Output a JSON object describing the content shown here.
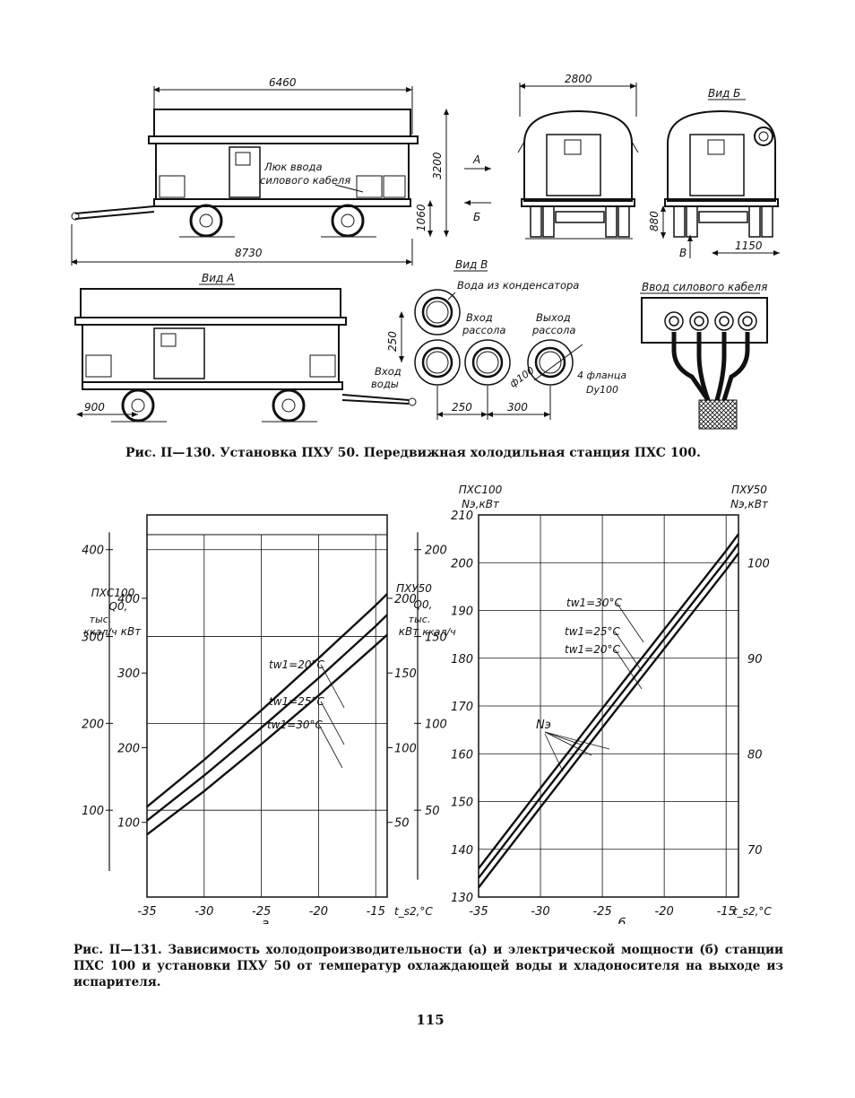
{
  "figure_130": {
    "caption": "Рис. II—130. Установка ПХУ 50. Передвижная холодильная станция ПХС 100.",
    "side_view": {
      "dim_length": "6460",
      "dim_total": "8730",
      "dim_height": "3200",
      "dim_lower": "1060",
      "hatch_label_1": "Люк ввода",
      "hatch_label_2": "силового кабеля",
      "arrow_a": "А",
      "arrow_b": "Б"
    },
    "front_view": {
      "dim_width": "2800",
      "dim_height": "880"
    },
    "view_b": {
      "title": "Вид Б",
      "arrow_v": "В",
      "dim": "1150"
    },
    "view_a": {
      "title": "Вид А",
      "dim": "900"
    },
    "view_v": {
      "title": "Вид В",
      "label_condenser": "Вода из конденсатора",
      "label_brine_in_1": "Вход",
      "label_brine_in_2": "рассола",
      "label_brine_out_1": "Выход",
      "label_brine_out_2": "рассола",
      "label_water_in_1": "Вход",
      "label_water_in_2": "воды",
      "dim_vertical": "250",
      "dim_h1": "250",
      "dim_h2": "300",
      "dim_pipe": "ф100",
      "label_flange_1": "4 фланца",
      "label_flange_2": "Dy100"
    },
    "cable_view": {
      "title": "Ввод силового кабеля"
    }
  },
  "figure_131": {
    "caption": "Рис. II—131. Зависимость холодопроизводительности (а) и электрической мощности (б) станции ПХС 100 и установки ПХУ 50 от температур охлаждающей воды и хладоносителя на выходе из испарителя.",
    "page_number": "115"
  },
  "chart_data": [
    {
      "type": "line",
      "panel_label": "а",
      "xlabel": "t_s2,°C",
      "x_ticks": [
        "-35",
        "-30",
        "-25",
        "-20",
        "-15"
      ],
      "xlim": [
        -35,
        -14
      ],
      "left_axis_outer": {
        "header": "ПХС100",
        "quantity": "Q0,",
        "unit_1": "тыс.",
        "unit_2": "ккал/ч",
        "ticks": [
          "100",
          "200",
          "300",
          "400"
        ]
      },
      "left_axis_inner": {
        "unit": "кВт",
        "ticks": [
          "100",
          "200",
          "300",
          "400"
        ]
      },
      "right_axis_inner": {
        "header": "ПХУ50",
        "quantity": "Q0,",
        "unit": "кВт",
        "ticks": [
          "50",
          "100",
          "150",
          "200"
        ]
      },
      "right_axis_outer": {
        "unit_1": "тыс.",
        "unit_2": "ккал/ч",
        "ticks": [
          "50",
          "100",
          "150",
          "200"
        ]
      },
      "ylim_kcal": [
        0,
        440
      ],
      "x": [
        -35,
        -30,
        -25,
        -20,
        -15,
        -14
      ],
      "series": [
        {
          "name": "tw1=20°C",
          "values": [
            104,
            158,
            215,
            275,
            336,
            349
          ]
        },
        {
          "name": "tw1=25°C",
          "values": [
            88,
            140,
            195,
            252,
            312,
            325
          ]
        },
        {
          "name": "tw1=30°C",
          "values": [
            72,
            122,
            176,
            232,
            290,
            302
          ]
        }
      ]
    },
    {
      "type": "line",
      "panel_label": "б",
      "xlabel": "t_s2,°C",
      "x_ticks": [
        "-35",
        "-30",
        "-25",
        "-20",
        "-15"
      ],
      "xlim": [
        -35,
        -14
      ],
      "left_axis": {
        "header": "ПХС100",
        "quantity": "Nэ,кВт",
        "ticks": [
          "130",
          "140",
          "150",
          "160",
          "170",
          "180",
          "190",
          "200",
          "210"
        ]
      },
      "right_axis": {
        "header": "ПХУ50",
        "quantity": "Nэ,кВт",
        "ticks": [
          "70",
          "80",
          "90",
          "100"
        ]
      },
      "ylim": [
        130,
        210
      ],
      "annotation": "Nэ",
      "x": [
        -35,
        -30,
        -25,
        -20,
        -15,
        -14
      ],
      "series": [
        {
          "name": "tw1=30°C",
          "values": [
            136,
            152.8,
            169.5,
            186,
            202.5,
            206
          ]
        },
        {
          "name": "tw1=25°C",
          "values": [
            134,
            150.8,
            167.5,
            184,
            200.5,
            204
          ]
        },
        {
          "name": "tw1=20°C",
          "values": [
            132,
            148.8,
            165.5,
            182,
            198.5,
            202
          ]
        }
      ]
    }
  ]
}
